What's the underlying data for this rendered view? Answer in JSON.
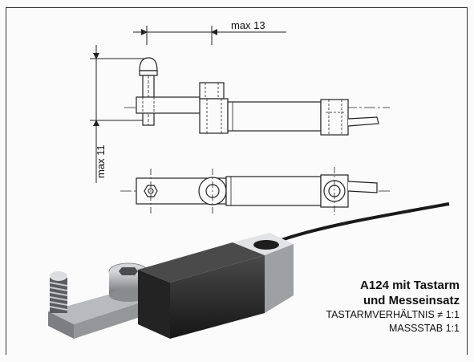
{
  "dimensions": {
    "width_label": "max 13",
    "height_label": "max 11"
  },
  "caption": {
    "title_line1": "A124 mit Tastarm",
    "title_line2": "und Messeinsatz",
    "ratio_line": "TASTARMVERHÄLTNIS ≠ 1:1",
    "scale_line": "MASSSTAB 1:1"
  },
  "colors": {
    "line": "#222222",
    "body_dark": "#2a2a2a",
    "metal": "#a9aaae"
  }
}
